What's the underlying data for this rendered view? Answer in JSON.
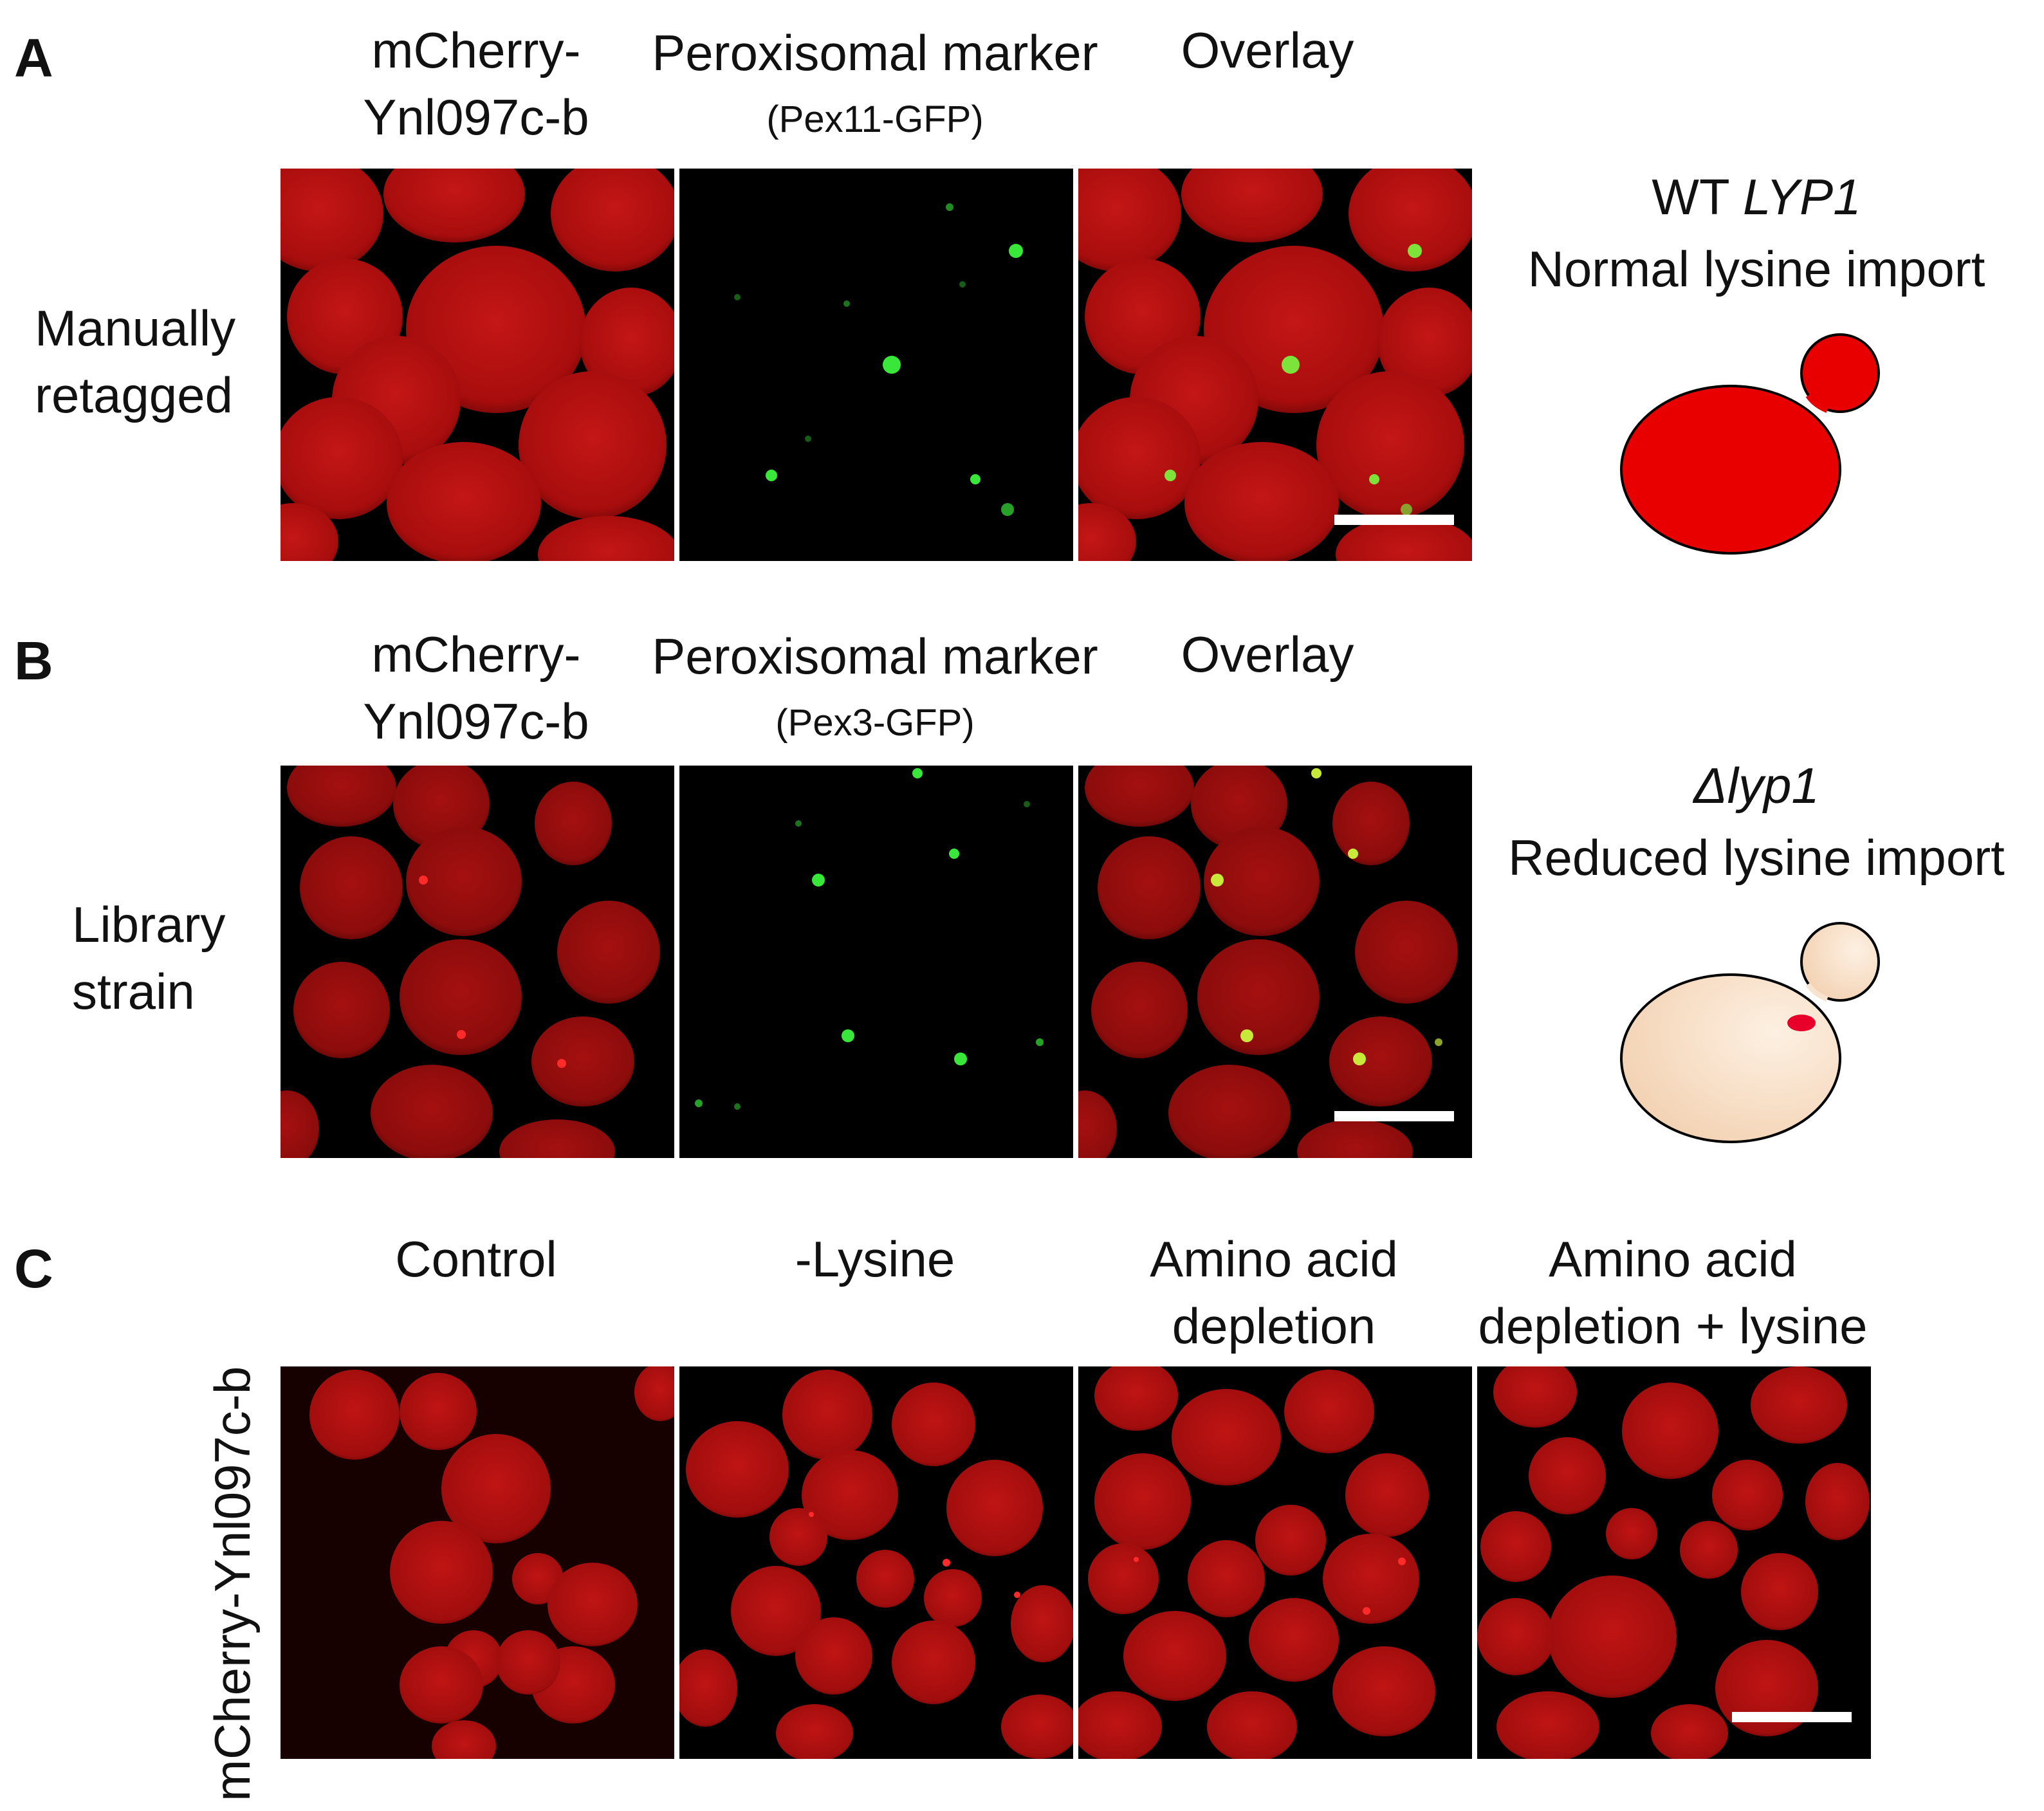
{
  "panel_a": {
    "letter": "A",
    "col_headers": [
      {
        "line1": "mCherry-",
        "line2": "Ynl097c-b"
      },
      {
        "line1": "Peroxisomal marker",
        "line2": "(Pex11-GFP)"
      },
      {
        "line1": "",
        "line2": "Overlay"
      }
    ],
    "row_label": {
      "line1": "Manually",
      "line2": "retagged"
    },
    "description": {
      "line1_prefix": "WT ",
      "line1_gene": "LYP1",
      "line2": "Normal lysine import"
    },
    "cell_color": "#e80000"
  },
  "panel_b": {
    "letter": "B",
    "col_headers": [
      {
        "line1": "mCherry-",
        "line2": "Ynl097c-b"
      },
      {
        "line1": "Peroxisomal marker",
        "line2": "(Pex3-GFP)"
      },
      {
        "line1": "",
        "line2": "Overlay"
      }
    ],
    "row_label": {
      "line1": "Library",
      "line2": "strain"
    },
    "description": {
      "line1_gene": "Δlyp1",
      "line2": "Reduced lysine import"
    },
    "cell_color": "#fbe3cb",
    "dot_color": "#e8002a"
  },
  "panel_c": {
    "letter": "C",
    "y_label": "mCherry-Ynl097c-b",
    "col_headers": [
      {
        "line1": "",
        "line2": "Control"
      },
      {
        "line1": "",
        "line2": "-Lysine"
      },
      {
        "line1": "Amino acid",
        "line2": "depletion"
      },
      {
        "line1": "Amino acid",
        "line2": "depletion + lysine"
      }
    ]
  },
  "colors": {
    "mcherry": "#b00f0f",
    "gfp": "#39e63a",
    "background": "#000000"
  }
}
